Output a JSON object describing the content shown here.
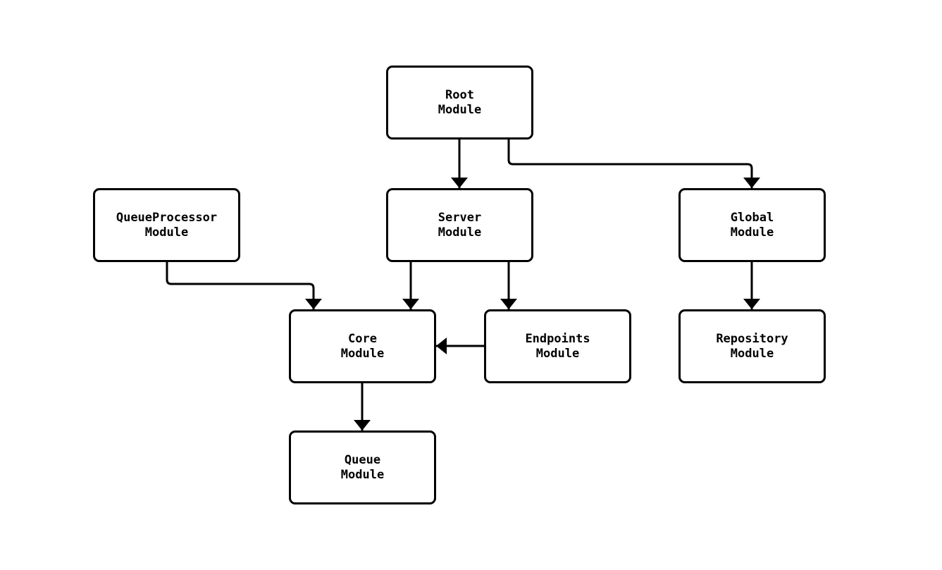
{
  "diagram": {
    "type": "flowchart",
    "background_color": "#ffffff",
    "node_fill_color": "#ffffff",
    "node_border_color": "#000000",
    "edge_color": "#000000",
    "nodes": [
      {
        "id": "root",
        "label": "Root\nModule"
      },
      {
        "id": "queueprocessor",
        "label": "QueueProcessor\nModule"
      },
      {
        "id": "server",
        "label": "Server\nModule"
      },
      {
        "id": "global",
        "label": "Global\nModule"
      },
      {
        "id": "core",
        "label": "Core\nModule"
      },
      {
        "id": "endpoints",
        "label": "Endpoints\nModule"
      },
      {
        "id": "repository",
        "label": "Repository\nModule"
      },
      {
        "id": "queue",
        "label": "Queue\nModule"
      }
    ],
    "edges": [
      {
        "from": "Root Module",
        "to": "Server Module"
      },
      {
        "from": "Root Module",
        "to": "Global Module"
      },
      {
        "from": "QueueProcessor Module",
        "to": "Core Module"
      },
      {
        "from": "Server Module",
        "to": "Core Module"
      },
      {
        "from": "Server Module",
        "to": "Endpoints Module"
      },
      {
        "from": "Endpoints Module",
        "to": "Core Module"
      },
      {
        "from": "Global Module",
        "to": "Repository Module"
      },
      {
        "from": "Core Module",
        "to": "Queue Module"
      }
    ]
  }
}
